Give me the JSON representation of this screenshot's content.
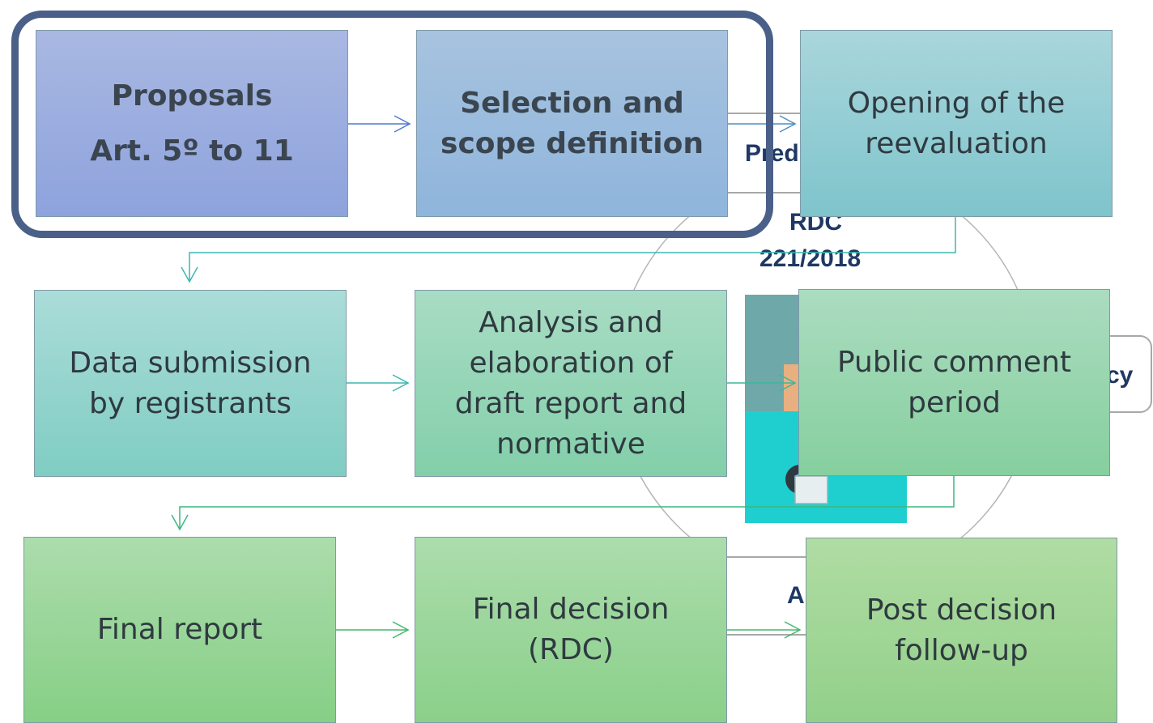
{
  "background_text": {
    "pred": "Pred",
    "rdc": "RDC",
    "rdc_number": "221/2018",
    "cy": "cy",
    "a": "A"
  },
  "steps": [
    {
      "line1": "Proposals",
      "line2": "Art. 5º to 11"
    },
    {
      "line1": "Selection and",
      "line2": "scope definition"
    },
    {
      "line1": "Opening of the",
      "line2": "reevaluation"
    },
    {
      "line1": "Data submission",
      "line2": "by registrants"
    },
    {
      "line1": "Analysis and",
      "line2": "elaboration of",
      "line3": "draft report and",
      "line4": "normative"
    },
    {
      "line1": "Public comment",
      "line2": "period"
    },
    {
      "line1": "Final report"
    },
    {
      "line1": "Final decision",
      "line2": "(RDC)"
    },
    {
      "line1": "Post decision",
      "line2": "follow-up"
    }
  ],
  "colors": {
    "highlight_border": "#4a6088",
    "title_text": "#1f3864",
    "step_text": "#2f3a40"
  }
}
